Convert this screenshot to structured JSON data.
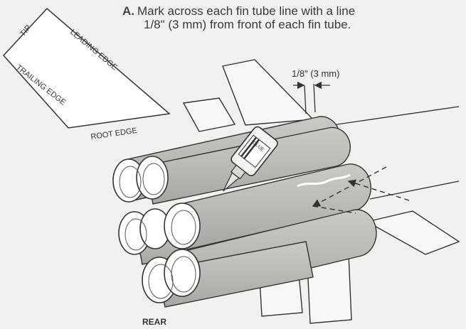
{
  "instruction": {
    "step": "A.",
    "line1": "Mark across each fin tube line with a line",
    "line2": "1/8\" (3 mm) from front of each fin tube."
  },
  "fin_labels": {
    "tip": "TIP",
    "leading_edge": "LEADING EDGE",
    "trailing_edge": "TRAILING EDGE",
    "root_edge": "ROOT EDGE"
  },
  "dimension_label": "1/8\" (3 mm)",
  "glue_label": "GLUE",
  "rear_label": "REAR"
}
